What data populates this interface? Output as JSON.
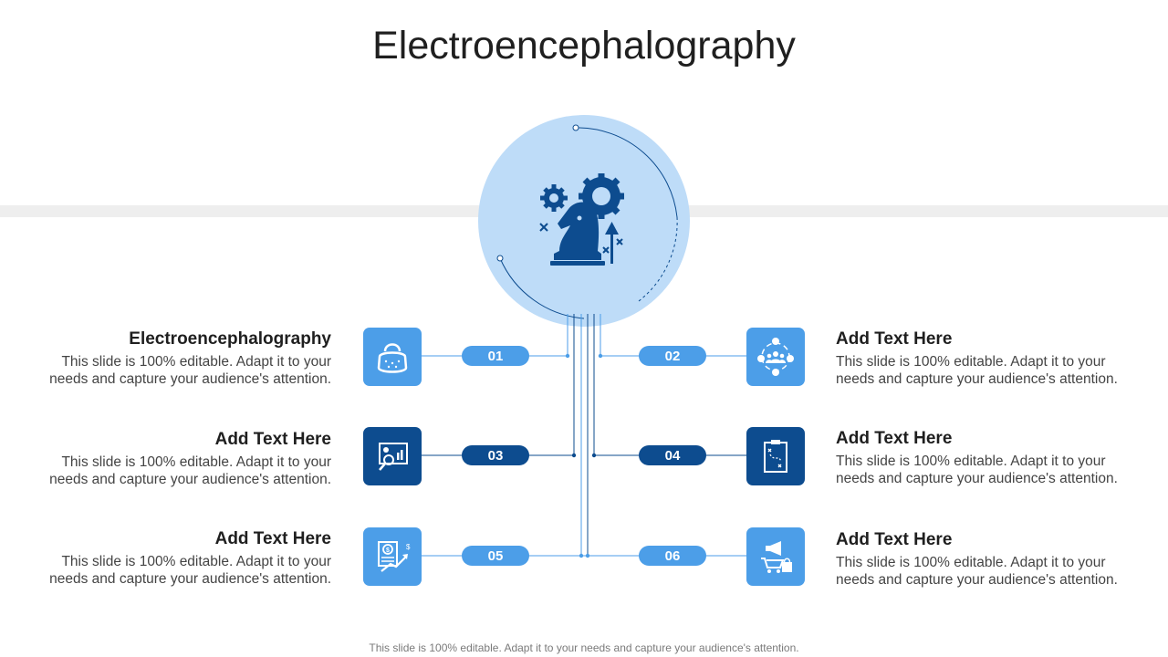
{
  "title": "Electroencephalography",
  "footer": "This slide is 100% editable. Adapt it to your needs and capture your audience's attention.",
  "colors": {
    "hub": "#bedcf8",
    "light_blue": "#4c9ee8",
    "dark_blue": "#0d4c8f",
    "band": "#eeeeee"
  },
  "hub_icon": "chess-knight-gears-icon",
  "items": [
    {
      "number": "01",
      "heading": "Electroencephalography",
      "desc_line1": "This slide is 100% editable. Adapt it to your",
      "desc_line2": "needs and capture your audience's attention.",
      "icon": "handbag-icon",
      "tone": "light"
    },
    {
      "number": "02",
      "heading": "Add Text Here",
      "desc_line1": "This slide is 100% editable. Adapt it to your",
      "desc_line2": "needs and capture your audience's attention.",
      "icon": "team-cycle-icon",
      "tone": "light"
    },
    {
      "number": "03",
      "heading": "Add Text Here",
      "desc_line1": "This slide is 100% editable. Adapt it to your",
      "desc_line2": "needs and capture your audience's attention.",
      "icon": "presentation-search-icon",
      "tone": "dark"
    },
    {
      "number": "04",
      "heading": "Add Text Here",
      "desc_line1": "This slide is 100% editable. Adapt it to your",
      "desc_line2": "needs and capture your audience's attention.",
      "icon": "clipboard-strategy-icon",
      "tone": "dark"
    },
    {
      "number": "05",
      "heading": "Add Text Here",
      "desc_line1": "This slide is 100% editable. Adapt it to your",
      "desc_line2": "needs and capture your audience's attention.",
      "icon": "finance-growth-icon",
      "tone": "light"
    },
    {
      "number": "06",
      "heading": "Add Text Here",
      "desc_line1": "This slide is 100% editable. Adapt it to your",
      "desc_line2": "needs and capture your audience's attention.",
      "icon": "marketing-cart-icon",
      "tone": "light"
    }
  ]
}
